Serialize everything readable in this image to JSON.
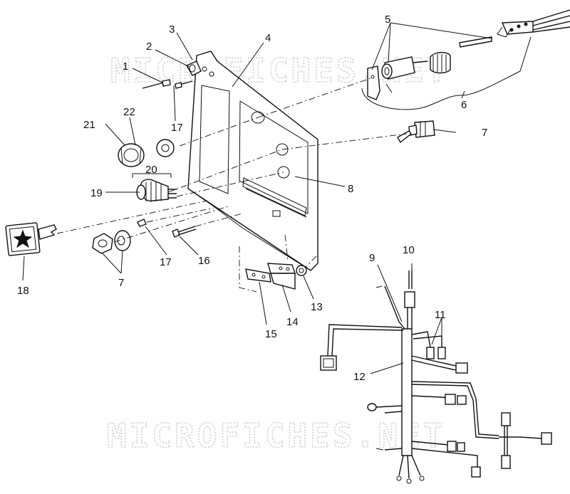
{
  "watermark": "MICROFICHES.NET",
  "callouts": {
    "c1": "1",
    "c2": "2",
    "c3": "3",
    "c4": "4",
    "c5": "5",
    "c6": "6",
    "c7a": "7",
    "c7b": "7",
    "c8": "8",
    "c9": "9",
    "c10": "10",
    "c11": "11",
    "c12": "12",
    "c13": "13",
    "c14": "14",
    "c15": "15",
    "c16": "16",
    "c17a": "17",
    "c17b": "17",
    "c18": "18",
    "c19": "19",
    "c20": "20",
    "c21": "21",
    "c22": "22"
  }
}
